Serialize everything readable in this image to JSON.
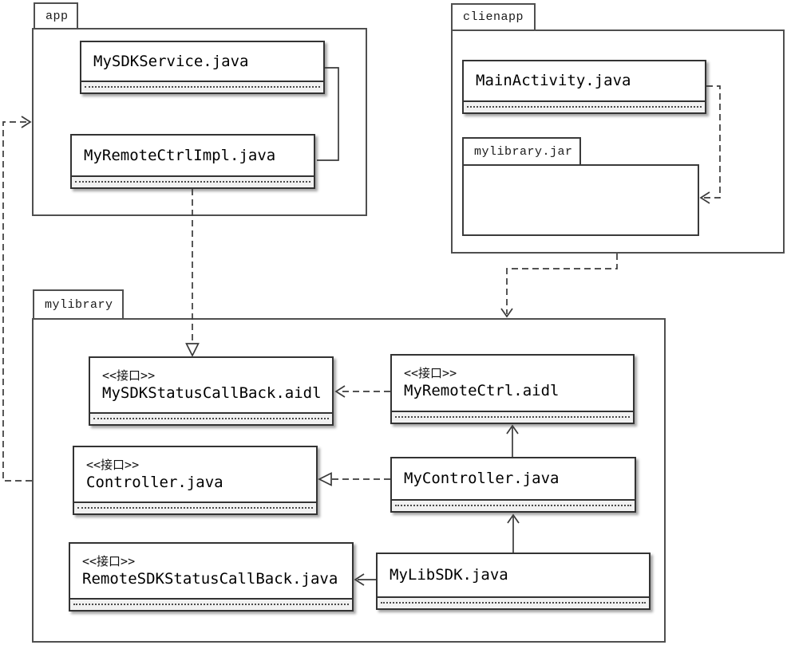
{
  "packages": {
    "app": {
      "label": "app"
    },
    "clienapp": {
      "label": "clienapp"
    },
    "mylibrary_jar": {
      "label": "mylibrary.jar"
    },
    "mylibrary": {
      "label": "mylibrary"
    }
  },
  "classes": {
    "my_sdk_service": {
      "name": "MySDKService.java"
    },
    "my_remote_ctrl_impl": {
      "name": "MyRemoteCtrlImpl.java"
    },
    "main_activity": {
      "name": "MainActivity.java"
    },
    "my_sdk_status_callback": {
      "stereotype": "<<接口>>",
      "name": "MySDKStatusCallBack.aidl"
    },
    "my_remote_ctrl": {
      "stereotype": "<<接口>>",
      "name": "MyRemoteCtrl.aidl"
    },
    "controller": {
      "stereotype": "<<接口>>",
      "name": "Controller.java"
    },
    "my_controller": {
      "name": "MyController.java"
    },
    "remote_sdk_status_callback": {
      "stereotype": "<<接口>>",
      "name": "RemoteSDKStatusCallBack.java"
    },
    "my_lib_sdk": {
      "name": "MyLibSDK.java"
    }
  },
  "relationships": [
    {
      "from": "mylibrary",
      "to": "app",
      "style": "dashed",
      "arrow": "open"
    },
    {
      "from": "MySDKService.java",
      "to": "MyRemoteCtrlImpl.java",
      "style": "solid",
      "arrow": "none"
    },
    {
      "from": "MyRemoteCtrlImpl.java",
      "to": "MySDKStatusCallBack.aidl",
      "style": "dashed",
      "arrow": "hollow-triangle"
    },
    {
      "from": "MainActivity.java",
      "to": "mylibrary.jar",
      "style": "dashed",
      "arrow": "open"
    },
    {
      "from": "clienapp",
      "to": "mylibrary",
      "style": "dashed",
      "arrow": "open"
    },
    {
      "from": "MyRemoteCtrl.aidl",
      "to": "MySDKStatusCallBack.aidl",
      "style": "dashed",
      "arrow": "open"
    },
    {
      "from": "MyController.java",
      "to": "Controller.java",
      "style": "dashed",
      "arrow": "hollow-triangle"
    },
    {
      "from": "MyController.java",
      "to": "MyRemoteCtrl.aidl",
      "style": "solid",
      "arrow": "open"
    },
    {
      "from": "MyLibSDK.java",
      "to": "MyController.java",
      "style": "solid",
      "arrow": "open"
    },
    {
      "from": "MyLibSDK.java",
      "to": "RemoteSDKStatusCallBack.java",
      "style": "solid",
      "arrow": "open"
    }
  ],
  "colors": {
    "background": "#ffffff",
    "package_border": "#4f4f4f",
    "class_border": "#333333",
    "connector": "#3a3a3a",
    "compartment_fill": "#f1f1f1"
  }
}
